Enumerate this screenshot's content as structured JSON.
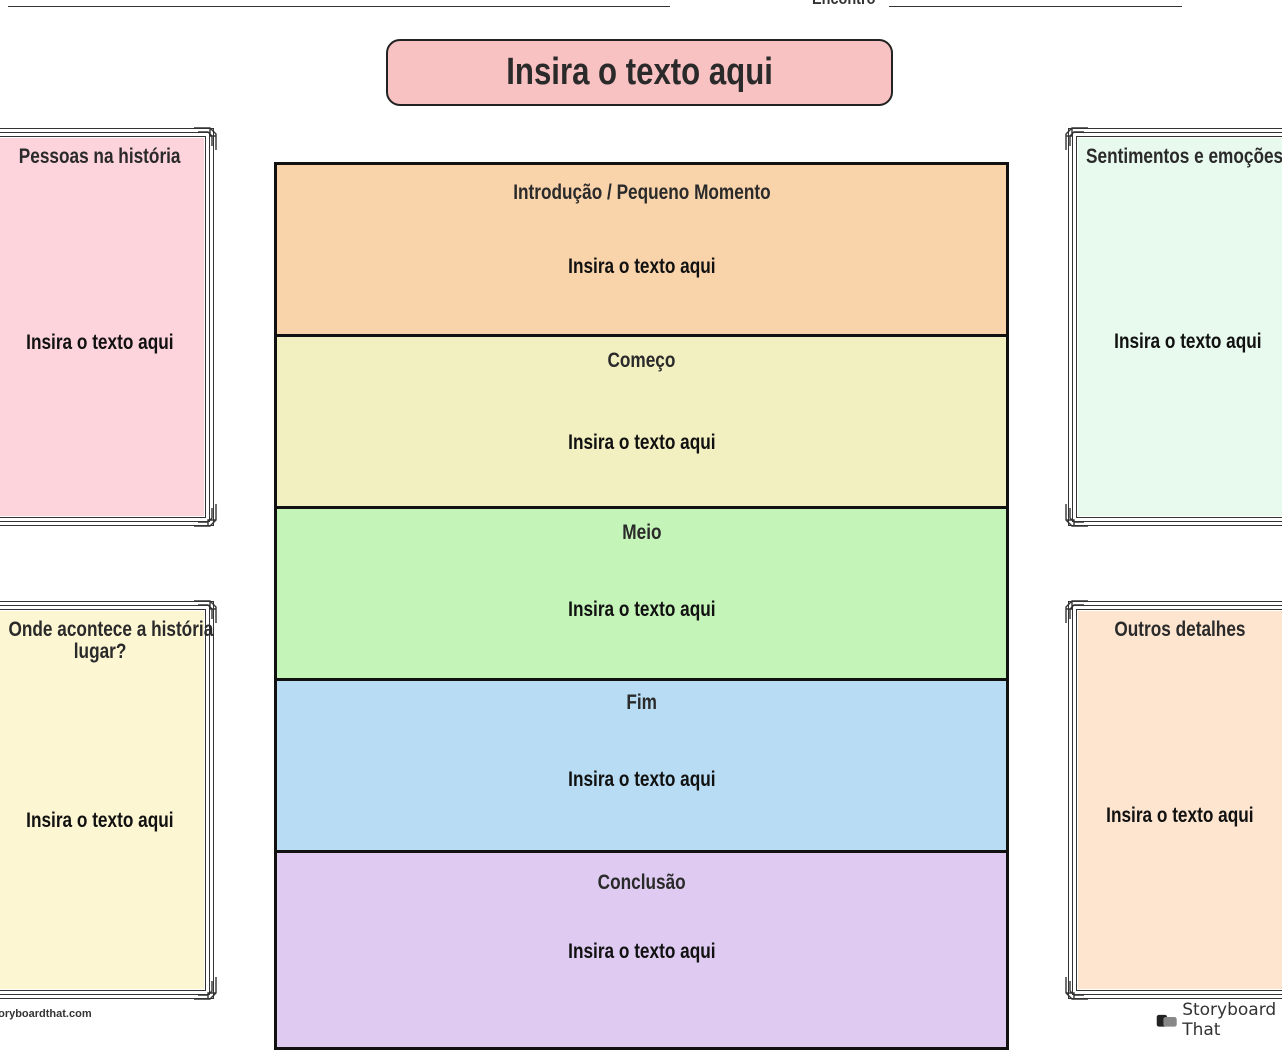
{
  "header": {
    "encontro_label": "Encontro"
  },
  "title": "Insira o texto aqui",
  "sections": [
    {
      "title": "Introdução / Pequeno Momento",
      "body": "Insira o texto aqui",
      "color": "#f9d3aa"
    },
    {
      "title": "Começo",
      "body": "Insira o texto aqui",
      "color": "#f2efc0"
    },
    {
      "title": "Meio",
      "body": "Insira o texto aqui",
      "color": "#c4f4b8"
    },
    {
      "title": "Fim",
      "body": "Insira o texto aqui",
      "color": "#b7dcf4"
    },
    {
      "title": "Conclusão",
      "body": "Insira o texto aqui",
      "color": "#dfcbf1"
    }
  ],
  "side_panels": {
    "top_left": {
      "title": "Pessoas na história",
      "body": "Insira o texto aqui",
      "color": "#fdd3dc"
    },
    "bottom_left": {
      "title": "Onde acontece a história",
      "title_line2": "lugar?",
      "body": "Insira o texto aqui",
      "color": "#fdf6d3"
    },
    "top_right": {
      "title": "Sentimentos e emoções",
      "body": "Insira o texto aqui",
      "color": "#e8f9ee"
    },
    "bottom_right": {
      "title": "Outros detalhes",
      "body": "Insira o texto aqui",
      "color": "#fee5cf"
    }
  },
  "footer": {
    "left_text": "www.storyboardthat.com",
    "brand": "Storyboard That"
  }
}
